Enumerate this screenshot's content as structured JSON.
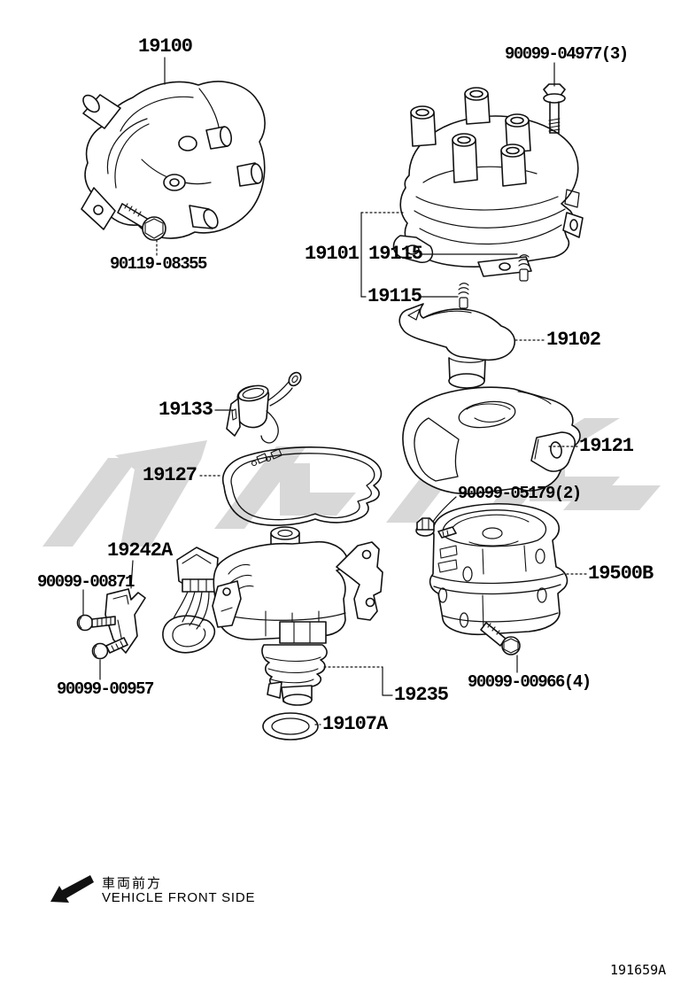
{
  "page": {
    "background": "#ffffff",
    "line_color": "#111111",
    "watermark_color": "#d8d8d8"
  },
  "callouts": {
    "main_assembly": "19100",
    "cap_bolt": "90099-04977(3)",
    "clamp_bolt": "90119-08355",
    "cap": "19101",
    "cap_screw_a": "19115",
    "cap_screw_b": "19115",
    "rotor": "19102",
    "condenser": "19133",
    "dust_cover": "19121",
    "gasket": "19127",
    "coil_nut": "90099-05179(2)",
    "connector_protector": "19242A",
    "ignition_coil": "19500B",
    "protector_screw": "90099-00871",
    "lower_screw": "90099-00957",
    "coil_bolt": "90099-00966(4)",
    "housing": "19235",
    "o_ring": "19107A"
  },
  "footer": {
    "direction_jp": "車両前方",
    "direction_en": "VEHICLE FRONT SIDE",
    "drawing_code": "191659A"
  }
}
